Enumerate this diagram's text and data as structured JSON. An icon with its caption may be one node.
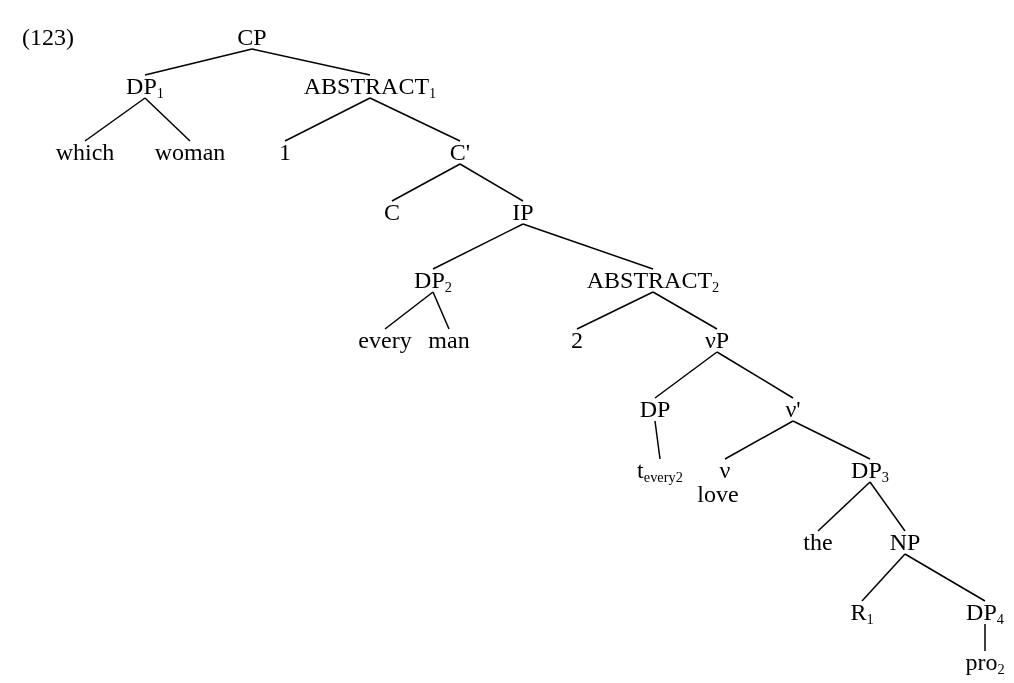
{
  "diagram": {
    "nodes": [
      {
        "text": [
          "CP"
        ]
      },
      {
        "text": [
          "DP$_{1}$"
        ]
      },
      {
        "text": [
          "ABSTRACT$_{1}$"
        ]
      },
      {
        "text": [
          "which"
        ]
      },
      {
        "text": [
          "woman"
        ]
      },
      {
        "text": [
          "1"
        ]
      },
      {
        "text": [
          "C'"
        ]
      },
      {
        "text": [
          "C"
        ]
      },
      {
        "text": [
          "IP"
        ]
      },
      {
        "text": [
          "DP$_{2}$"
        ]
      },
      {
        "text": [
          "ABSTRACT$_{2}$"
        ]
      },
      {
        "text": [
          "every"
        ]
      },
      {
        "text": [
          "man"
        ]
      },
      {
        "text": [
          "2"
        ]
      },
      {
        "text": [
          "νP"
        ]
      },
      {
        "text": [
          "DP"
        ]
      },
      {
        "text": [
          "ν'"
        ]
      },
      {
        "text": [
          "t$_{every2}$"
        ]
      },
      {
        "text": [
          "ν",
          "love"
        ]
      },
      {
        "text": [
          "DP$_{3}$"
        ]
      },
      {
        "text": [
          "the"
        ]
      },
      {
        "text": [
          "NP"
        ]
      },
      {
        "text": [
          "R$_{1}$"
        ]
      },
      {
        "text": [
          "DP$_{4}$"
        ]
      },
      {
        "text": [
          "pro$_{2}$"
        ]
      }
    ],
    "edges": [
      {
        "from": 0,
        "to": 1,
        "arrow": "none"
      },
      {
        "from": 0,
        "to": 2,
        "arrow": "none"
      },
      {
        "from": 1,
        "to": 3,
        "arrow": "none"
      },
      {
        "from": 1,
        "to": 4,
        "arrow": "none"
      },
      {
        "from": 2,
        "to": 5,
        "arrow": "none"
      },
      {
        "from": 2,
        "to": 6,
        "arrow": "none"
      },
      {
        "from": 6,
        "to": 7,
        "arrow": "none"
      },
      {
        "from": 6,
        "to": 8,
        "arrow": "none"
      },
      {
        "from": 8,
        "to": 9,
        "arrow": "none"
      },
      {
        "from": 8,
        "to": 10,
        "arrow": "none"
      },
      {
        "from": 9,
        "to": 11,
        "arrow": "none"
      },
      {
        "from": 9,
        "to": 12,
        "arrow": "none"
      },
      {
        "from": 10,
        "to": 13,
        "arrow": "none"
      },
      {
        "from": 10,
        "to": 14,
        "arrow": "none"
      },
      {
        "from": 14,
        "to": 15,
        "arrow": "none"
      },
      {
        "from": 14,
        "to": 16,
        "arrow": "none"
      },
      {
        "from": 15,
        "to": 17,
        "arrow": "none"
      },
      {
        "from": 16,
        "to": 18,
        "arrow": "none"
      },
      {
        "from": 16,
        "to": 19,
        "arrow": "none"
      },
      {
        "from": 19,
        "to": 20,
        "arrow": "none"
      },
      {
        "from": 19,
        "to": 21,
        "arrow": "none"
      },
      {
        "from": 21,
        "to": 22,
        "arrow": "none"
      },
      {
        "from": 21,
        "to": 23,
        "arrow": "none"
      },
      {
        "from": 23,
        "to": 24,
        "arrow": "none"
      }
    ],
    "labels": [
      "(123)"
    ]
  }
}
